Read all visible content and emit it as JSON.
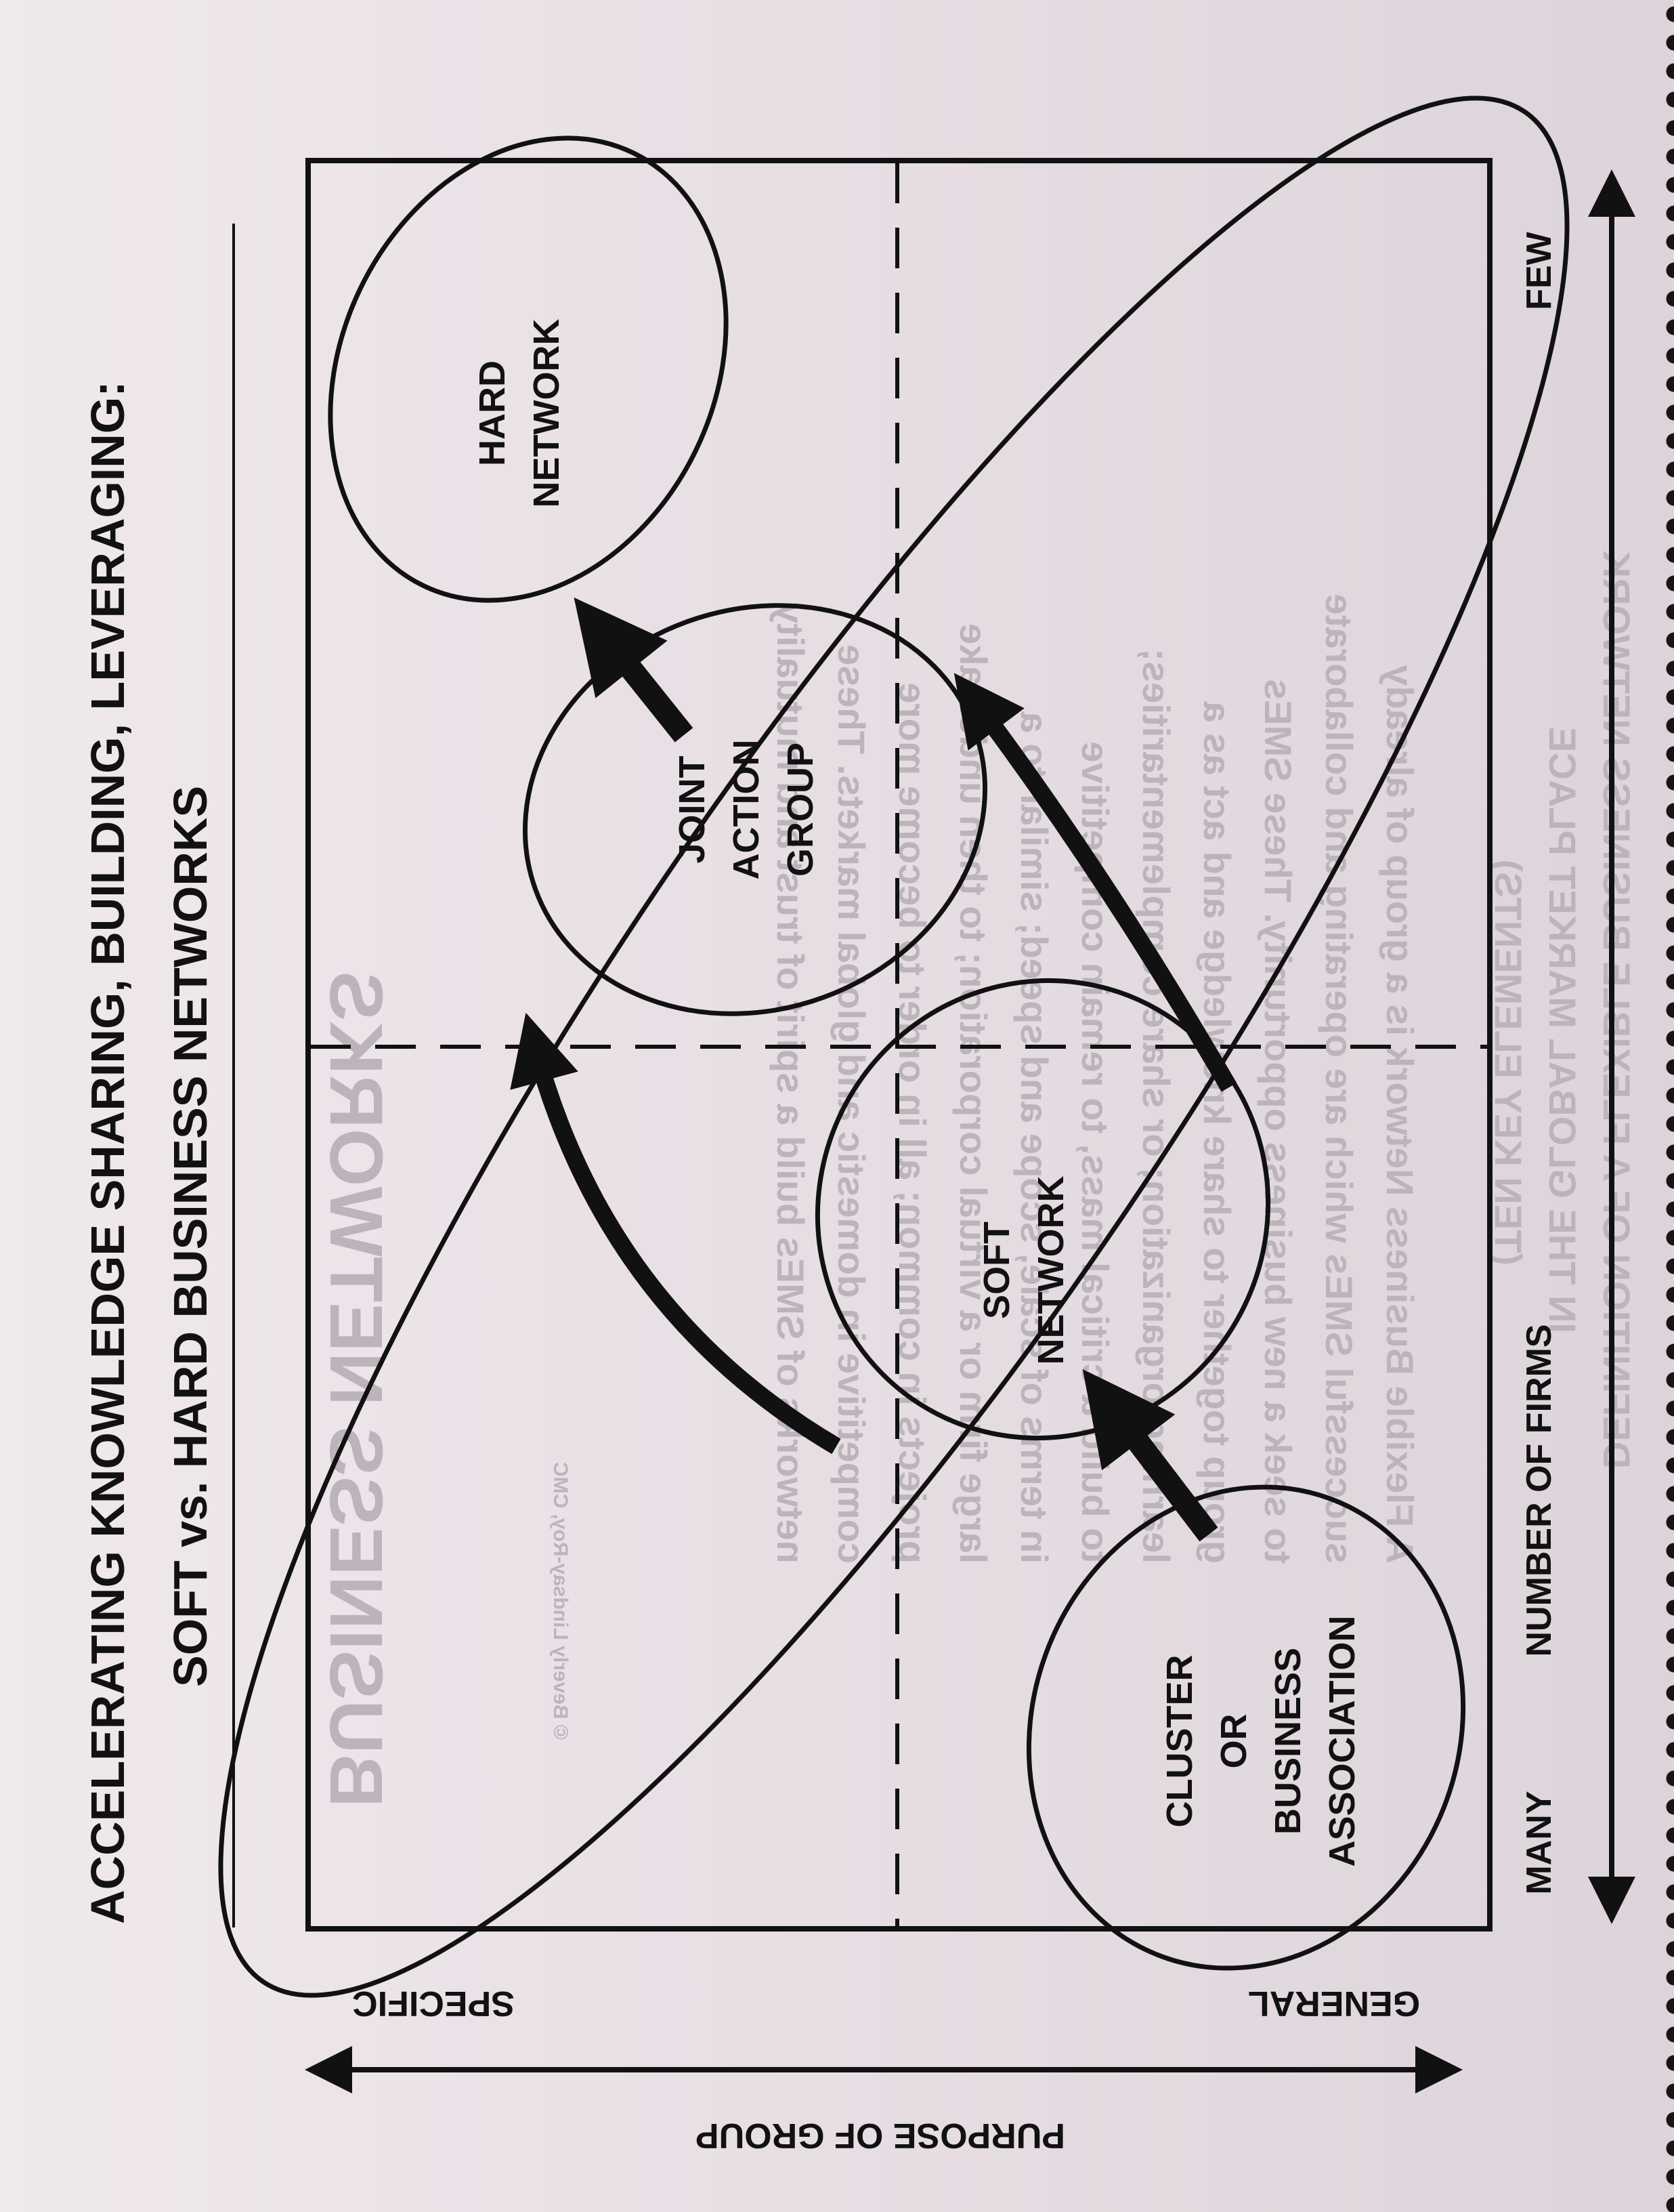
{
  "title_line1": "ACCELERATING KNOWLEDGE SHARING, BUILDING, LEVERAGING:",
  "title_line2": "SOFT vs. HARD BUSINESS NETWORKS",
  "x_axis": {
    "label": "NUMBER OF FIRMS",
    "left_end": "MANY",
    "right_end": "FEW"
  },
  "y_axis": {
    "label": "PURPOSE OF GROUP",
    "top_end": "SPECIFIC",
    "bottom_end": "GENERAL"
  },
  "nodes": {
    "cluster": [
      "CLUSTER",
      "OR",
      "BUSINESS",
      "ASSOCIATION"
    ],
    "soft": [
      "SOFT",
      "NETWORK"
    ],
    "joint": [
      "JOINT",
      "ACTION",
      "GROUP"
    ],
    "hard": [
      "HARD",
      "NETWORK"
    ]
  },
  "bleed": [
    "DEFINITION OF A FLEXIBLE BUSINESS NETWORK",
    "IN THE GLOBAL MARKET PLACE",
    "(TEN KEY ELEMENTS)",
    "A Flexible Business Network is a group of already",
    "successful SMEs which are operating and collaborate",
    "to seek a new business opportunity. These SMEs",
    "group together to share knowledge and act as a",
    "learning organization; or share complementarities;",
    "to build a critical mass, to remain competitive",
    "in terms of scale, scope and speed; similar to a",
    "large firm or a virtual corporation; to then undertake",
    "projects in common; all in order to become more",
    "competitive in domestic and global markets. These",
    "networks of SMEs build a spirit of trust and mutuality",
    "BUSINESS NETWORKS",
    "© Beverly Lindsay-Roy, CMC"
  ]
}
